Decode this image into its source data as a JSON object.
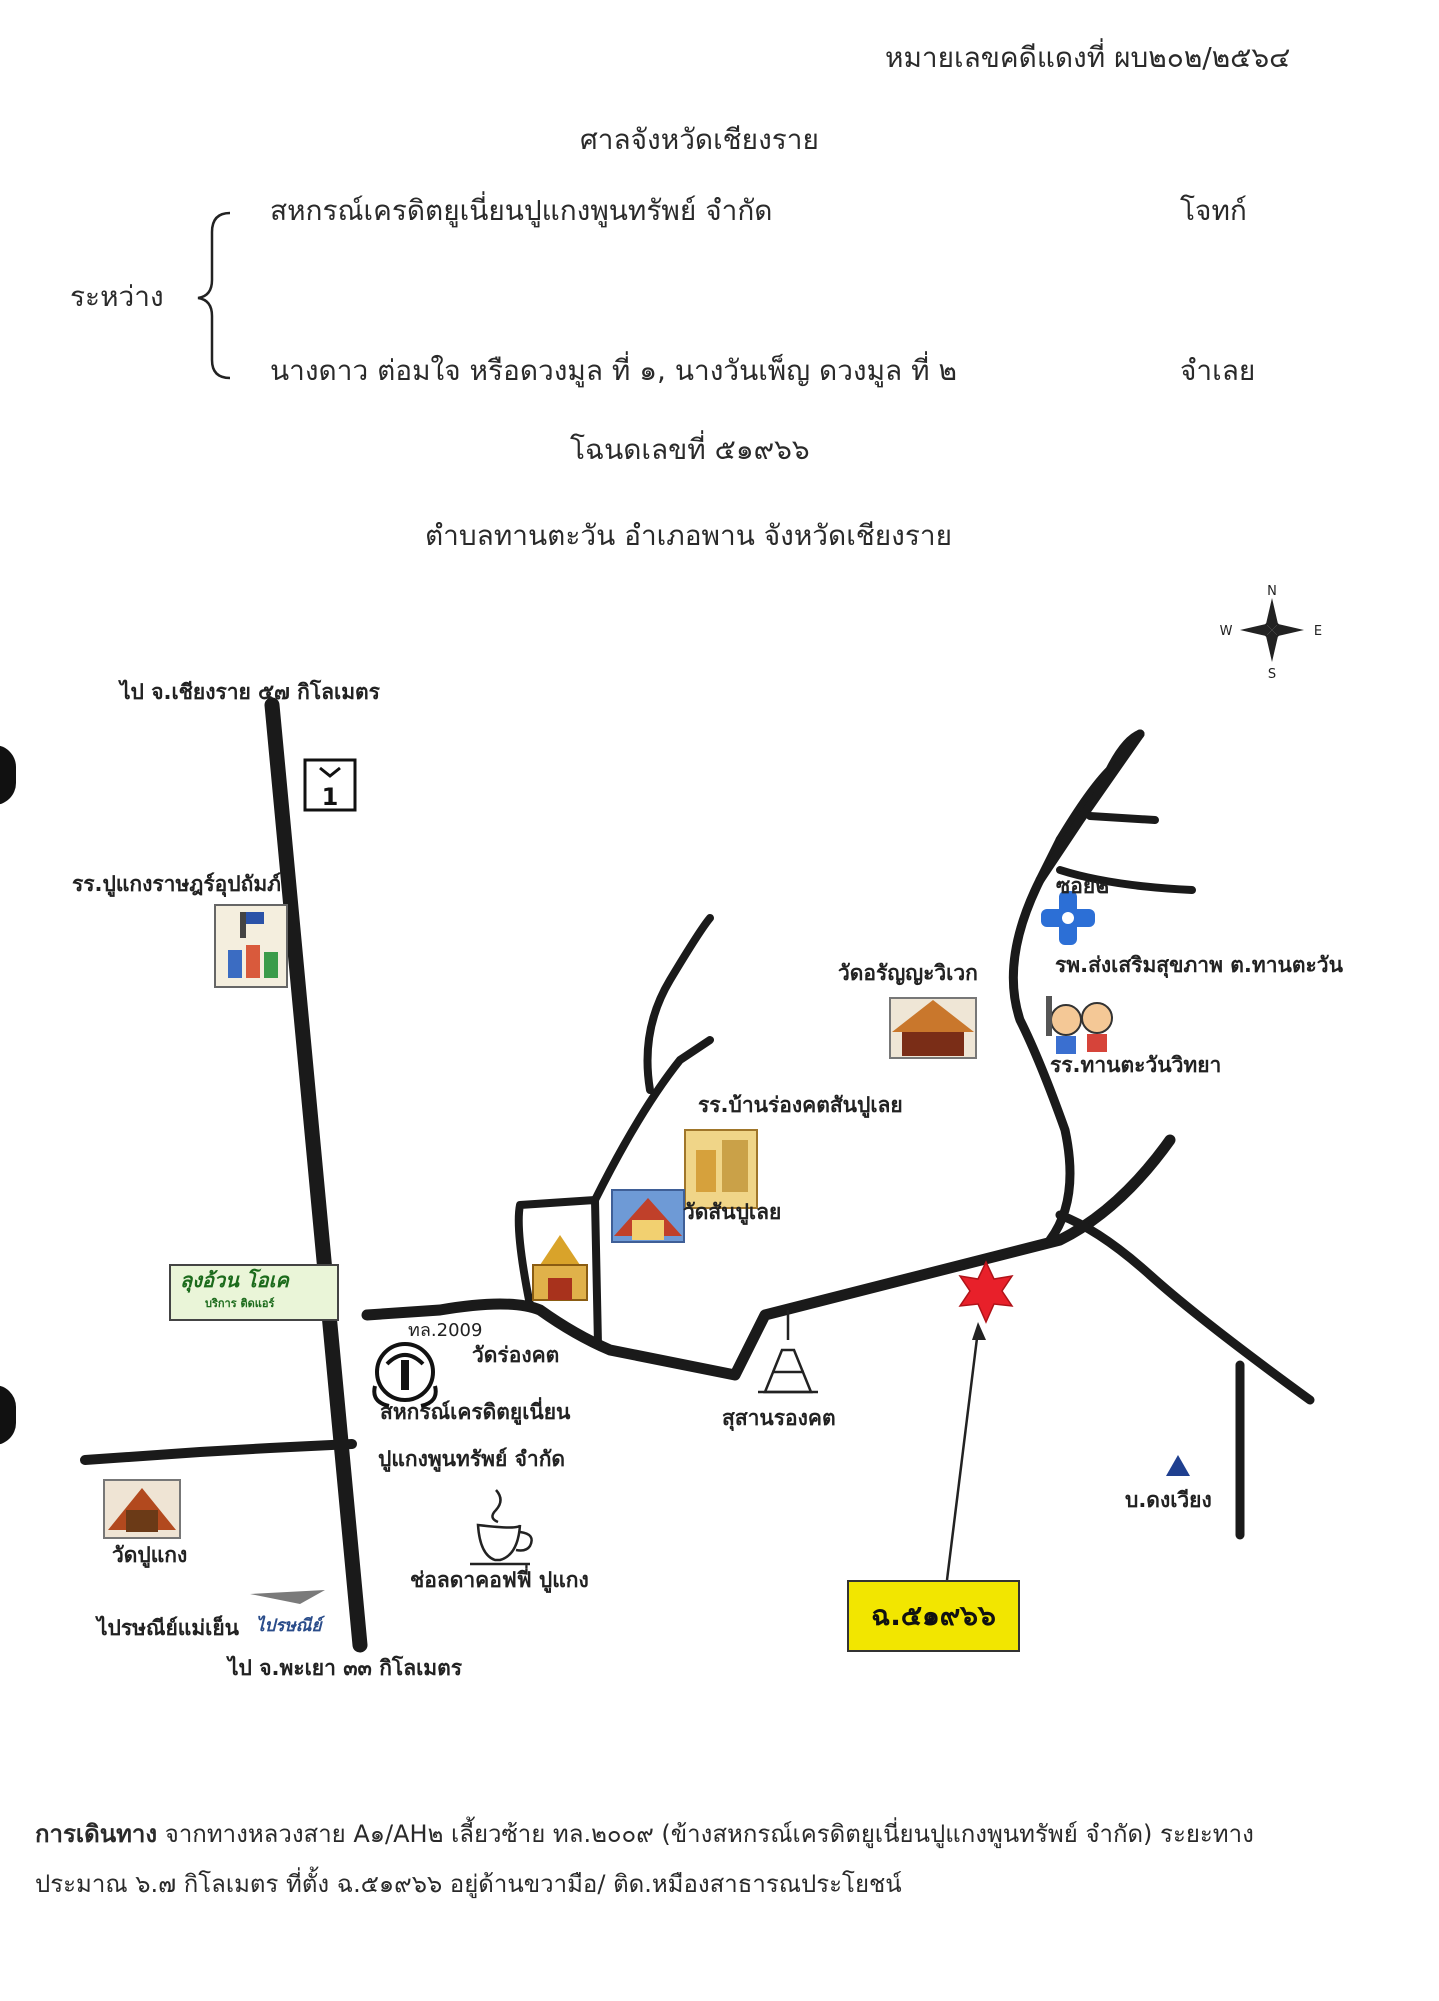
{
  "header": {
    "case_number": "หมายเลขคดีแดงที่ ผบ๒๐๒/๒๕๖๔",
    "court": "ศาลจังหวัดเชียงราย",
    "between_label": "ระหว่าง",
    "plaintiff": "สหกรณ์เครดิตยูเนี่ยนปูแกงพูนทรัพย์ จำกัด",
    "plaintiff_role": "โจทก์",
    "defendants": "นางดาว ต่อมใจ หรือดวงมูล ที่ ๑, นางวันเพ็ญ ดวงมูล ที่ ๒",
    "defendant_role": "จำเลย",
    "deed": "โฉนดเลขที่ ๕๑๙๖๖",
    "location": "ตำบลทานตะวัน อำเภอพาน จังหวัดเชียงราย"
  },
  "map": {
    "compass": {
      "n": "N",
      "s": "S",
      "e": "E",
      "w": "W"
    },
    "highway_number": "1",
    "to_north": "ไป จ.เชียงราย ๕๗ กิโลเมตร",
    "to_south": "ไป จ.พะเยา ๓๓ กิโลเมตร",
    "school_pukaeng": "รร.ปูแกงราษฎร์อุปถัมภ์",
    "shop_sign_line1": "ลุงอ้วน โอเค",
    "shop_sign_line2": "บริการ ติดแอร์",
    "road_tl": "ทล.2009",
    "wat_rongkot": "วัดร่องคต",
    "coop_line1": "สหกรณ์เครดิตยูเนี่ยน",
    "coop_line2": "ปูแกงพูนทรัพย์ จำกัด",
    "wat_pukaeng": "วัดปูแกง",
    "cafe": "ช่อลดาคอฟฟี่ ปูแกง",
    "post_office": "ไปรษณีย์แม่เย็น",
    "post_brand": "ไปรษณีย์",
    "school_banrongkot": "รร.บ้านร่องคตสันปูเลย",
    "wat_sanpuloei": "วัดสันปูเลย",
    "wat_aranya": "วัดอรัญญะวิเวก",
    "soi": "ซอย๒",
    "hospital": "รพ.ส่งเสริมสุขภาพ ต.ทานตะวัน",
    "school_thantawan": "รร.ทานตะวันวิทยา",
    "cemetery": "สุสานรองคต",
    "village": "บ.ดงเวียง",
    "parcel": "ฉ.๕๑๙๖๖"
  },
  "footer": {
    "directions_label": "การเดินทาง",
    "line1": "จากทางหลวงสาย A๑/AH๒ เลี้ยวซ้าย ทล.๒๐๐๙ (ข้างสหกรณ์เครดิตยูเนี่ยนปูแกงพูนทรัพย์ จำกัด) ระยะทาง",
    "line2": "ประมาณ ๖.๗ กิโลเมตร ที่ตั้ง ฉ.๕๑๙๖๖ อยู่ด้านขวามือ/ ติด.หมืองสาธารณประโยชน์"
  },
  "colors": {
    "road": "#1a1a1a",
    "parcel_box": "#f2e600",
    "star": "#e8202a",
    "hospital_cross": "#2c6fd6",
    "village_marker": "#1f3f8f"
  }
}
